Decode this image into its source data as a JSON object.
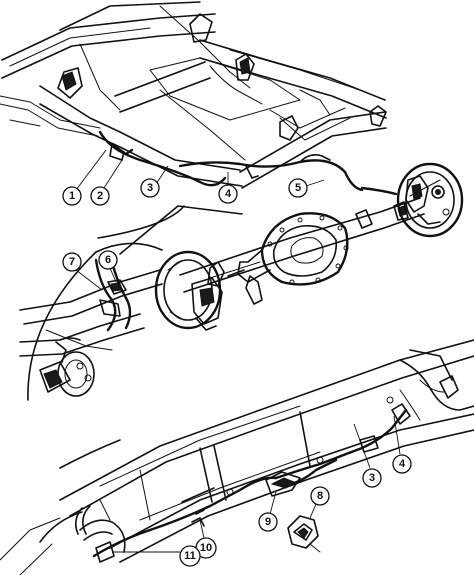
{
  "diagram": {
    "callouts": [
      {
        "id": "c1-upper",
        "label": "1"
      },
      {
        "id": "c2-upper",
        "label": "2"
      },
      {
        "id": "c3-upper",
        "label": "3"
      },
      {
        "id": "c4-upper",
        "label": "4"
      },
      {
        "id": "c5-upper",
        "label": "5"
      },
      {
        "id": "c7-detail",
        "label": "7"
      },
      {
        "id": "c6-detail",
        "label": "6"
      },
      {
        "id": "c3-lower",
        "label": "3"
      },
      {
        "id": "c4-lower",
        "label": "4"
      },
      {
        "id": "c8-lower",
        "label": "8"
      },
      {
        "id": "c9-lower",
        "label": "9"
      },
      {
        "id": "c10-lower",
        "label": "10"
      },
      {
        "id": "c11-lower",
        "label": "11"
      }
    ]
  }
}
